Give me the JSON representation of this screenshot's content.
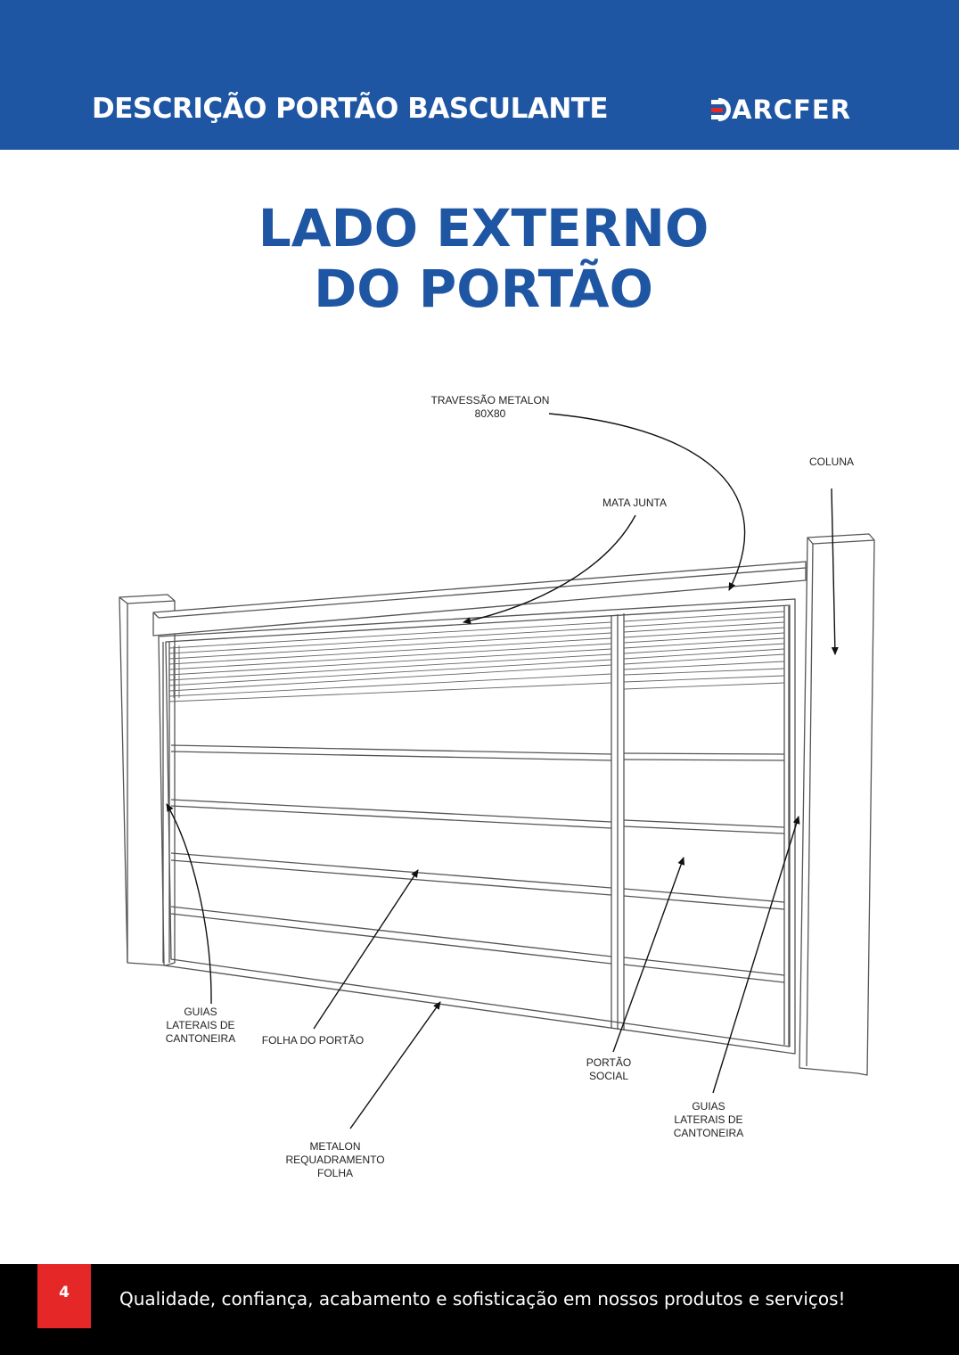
{
  "header": {
    "title": "DESCRIÇÃO PORTÃO BASCULANTE",
    "brand": "ARCFER",
    "brand_logo_text": "DARCFER",
    "background_color": "#1f56a3",
    "brand_accent_color": "#e52727"
  },
  "main_title": {
    "line1": "LADO EXTERNO",
    "line2": "DO PORTÃO",
    "color": "#1f56a3"
  },
  "diagram": {
    "labels": {
      "travessao": "TRAVESSÃO METALON\n80X80",
      "coluna": "COLUNA",
      "mata_junta": "MATA JUNTA",
      "guias_left": "GUIAS\nLATERAIS DE\nCANTONEIRA",
      "folha": "FOLHA DO PORTÃO",
      "portao_social": "PORTÃO\nSOCIAL",
      "guias_right": "GUIAS\nLATERAIS DE\nCANTONEIRA",
      "metalon": "METALON\nREQUADRAMENTO\nFOLHA"
    }
  },
  "footer": {
    "page_number": "4",
    "tagline": "Qualidade, confiança, acabamento e sofisticação em nossos produtos e serviços!",
    "background_color": "#000000",
    "page_box_color": "#e52727"
  }
}
